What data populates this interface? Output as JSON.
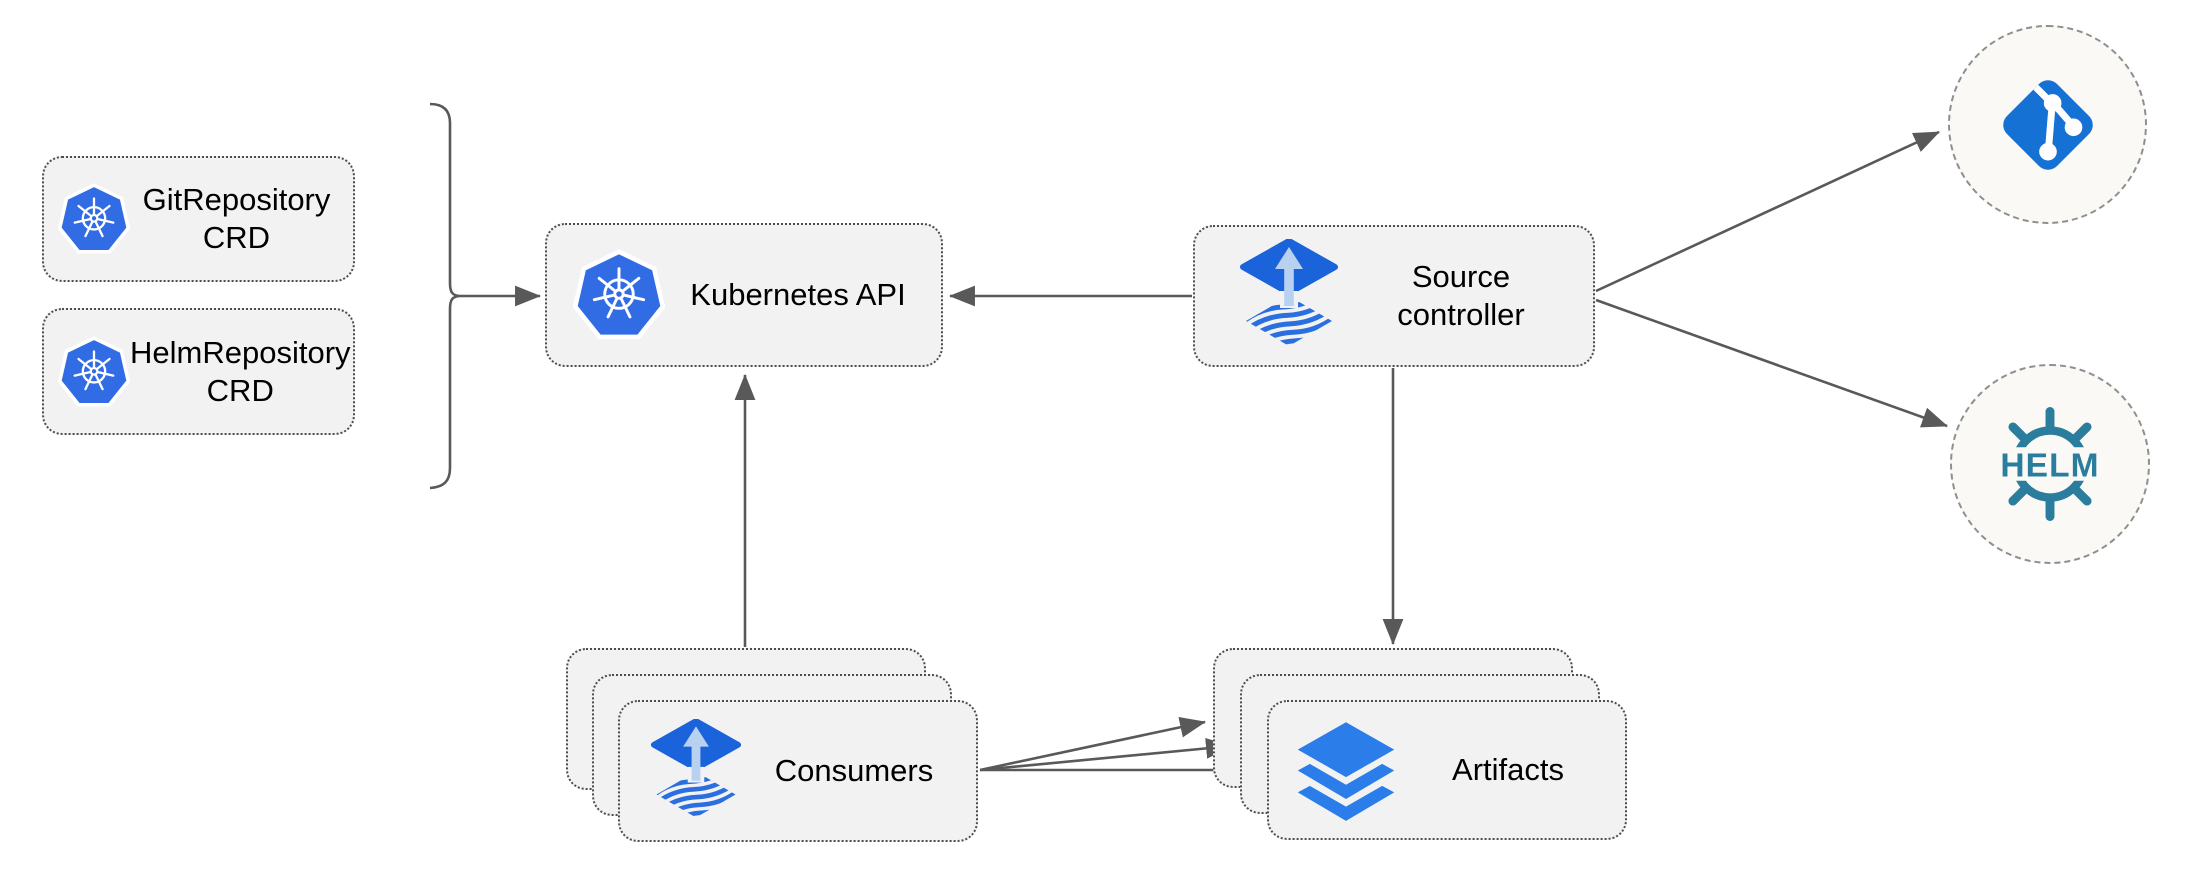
{
  "diagram": {
    "nodes": {
      "git_repo_crd": {
        "label": "GitRepository\nCRD",
        "icon": "kubernetes-icon"
      },
      "helm_repo_crd": {
        "label": "HelmRepository\nCRD",
        "icon": "kubernetes-icon"
      },
      "kubernetes_api": {
        "label": "Kubernetes API",
        "icon": "kubernetes-icon"
      },
      "source_controller": {
        "label": "Source\ncontroller",
        "icon": "flux-source-icon"
      },
      "consumers": {
        "label": "Consumers",
        "icon": "flux-source-icon",
        "stacked": true
      },
      "artifacts": {
        "label": "Artifacts",
        "icon": "layers-icon",
        "stacked": true
      },
      "git_endpoint": {
        "icon": "git-icon"
      },
      "helm_endpoint": {
        "icon": "helm-icon",
        "logo_text": "HELM"
      }
    },
    "edges": [
      {
        "from": "crd_group_bracket",
        "to": "kubernetes_api"
      },
      {
        "from": "source_controller",
        "to": "kubernetes_api"
      },
      {
        "from": "consumers",
        "to": "kubernetes_api"
      },
      {
        "from": "source_controller",
        "to": "artifacts"
      },
      {
        "from": "source_controller",
        "to": "git_endpoint"
      },
      {
        "from": "source_controller",
        "to": "helm_endpoint"
      },
      {
        "from": "consumers",
        "to": "artifacts",
        "count": 3
      }
    ],
    "colors": {
      "background": "#ffffff",
      "node_fill": "#f2f2f2",
      "node_border": "#4d4d4d",
      "edge_gray": "#595959",
      "kubernetes_blue": "#326ce5",
      "flux_diamond_blue": "#1b63da",
      "flux_arrow_light": "#b9d1f1",
      "flux_wave_blue": "#2b6ee0",
      "git_blue": "#1571d3",
      "layers_blue": "#2b7de9",
      "helm_teal": "#2a7d9d",
      "endpoint_fill": "#faf9f5",
      "endpoint_border": "#8f8f8f",
      "text": "#000000"
    }
  }
}
